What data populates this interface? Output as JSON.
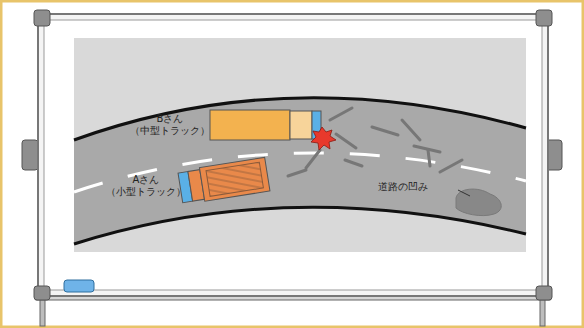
{
  "diagram": {
    "labels": [
      "Bさん （中型トラック）",
      "Aさん （小型トラック）",
      "道路の凹み"
    ]
  }
}
